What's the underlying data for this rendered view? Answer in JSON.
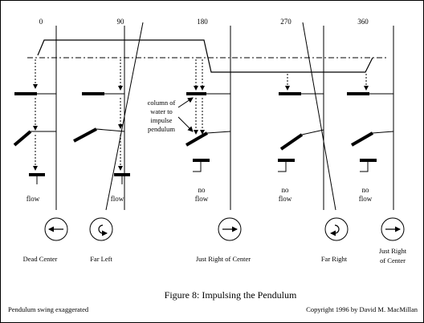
{
  "figure": {
    "caption": "Figure 8: Impulsing the Pendulum",
    "footer_left": "Pendulum swing exaggerated",
    "footer_right": "Copyright 1996 by David M. MacMillan"
  },
  "annotation": {
    "lines": [
      "column of",
      "water to",
      "impulse",
      "pendulum"
    ]
  },
  "panels": [
    {
      "degrees": "0",
      "flow_lines": [
        "flow"
      ],
      "state_lines": [
        "Dead Center"
      ],
      "rotation_icon": "arrow-left-icon"
    },
    {
      "degrees": "90",
      "flow_lines": [
        "flow"
      ],
      "state_lines": [
        "Far Left"
      ],
      "rotation_icon": "clockwise-turn-icon"
    },
    {
      "degrees": "180",
      "flow_lines": [
        "no",
        "flow"
      ],
      "state_lines": [
        "Just Right of Center"
      ],
      "rotation_icon": "arrow-right-icon"
    },
    {
      "degrees": "270",
      "flow_lines": [
        "no",
        "flow"
      ],
      "state_lines": [
        "Far Right"
      ],
      "rotation_icon": "counterclockwise-turn-icon"
    },
    {
      "degrees": "360",
      "flow_lines": [
        "no",
        "flow"
      ],
      "state_lines": [
        "Just Right",
        "of Center"
      ],
      "rotation_icon": "arrow-right-icon"
    }
  ]
}
